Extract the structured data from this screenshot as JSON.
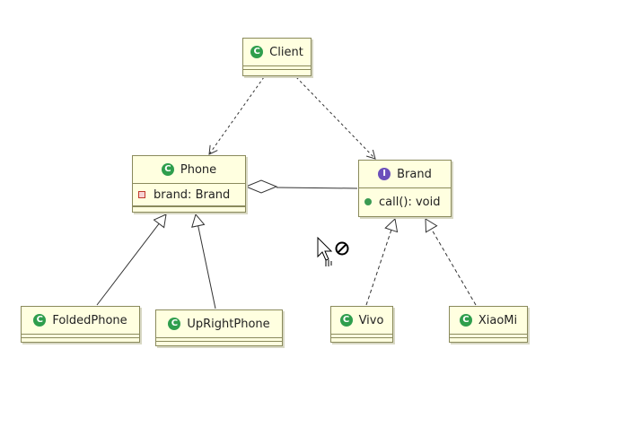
{
  "classes": {
    "client": {
      "name": "Client",
      "kind": "class"
    },
    "phone": {
      "name": "Phone",
      "kind": "class",
      "attribute": "brand: Brand",
      "attribute_visibility": "private"
    },
    "brand": {
      "name": "Brand",
      "kind": "interface",
      "method": "call(): void",
      "method_visibility": "public"
    },
    "foldedphone": {
      "name": "FoldedPhone",
      "kind": "class"
    },
    "uprightphone": {
      "name": "UpRightPhone",
      "kind": "class"
    },
    "vivo": {
      "name": "Vivo",
      "kind": "class"
    },
    "xiaomi": {
      "name": "XiaoMi",
      "kind": "class"
    }
  },
  "icons": {
    "class_letter": "C",
    "interface_letter": "I"
  },
  "relations": [
    {
      "from": "Client",
      "to": "Phone",
      "type": "dependency"
    },
    {
      "from": "Client",
      "to": "Brand",
      "type": "dependency"
    },
    {
      "from": "Phone",
      "to": "Brand",
      "type": "aggregation"
    },
    {
      "from": "FoldedPhone",
      "to": "Phone",
      "type": "generalization"
    },
    {
      "from": "UpRightPhone",
      "to": "Phone",
      "type": "generalization"
    },
    {
      "from": "Vivo",
      "to": "Brand",
      "type": "realization"
    },
    {
      "from": "XiaoMi",
      "to": "Brand",
      "type": "realization"
    }
  ],
  "colors": {
    "box_fill": "#ffffe0",
    "box_border": "#8a8a5c",
    "class_icon": "#2f9e4d",
    "interface_icon": "#6b4fbb"
  }
}
